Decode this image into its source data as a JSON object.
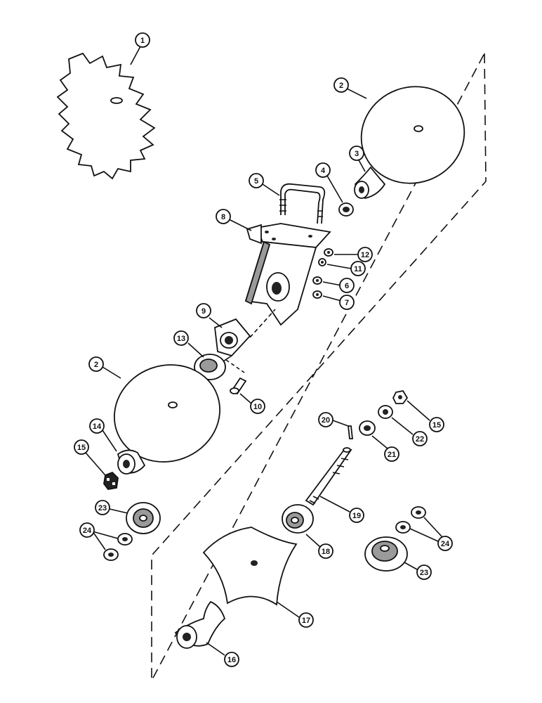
{
  "colors": {
    "line": "#111111",
    "fill_dark": "#222222",
    "fill_light": "#ffffff",
    "shade": "#9a9a9a"
  },
  "callouts": [
    {
      "id": "c1",
      "label": "1"
    },
    {
      "id": "c2a",
      "label": "2"
    },
    {
      "id": "c3",
      "label": "3"
    },
    {
      "id": "c4",
      "label": "4"
    },
    {
      "id": "c5",
      "label": "5"
    },
    {
      "id": "c8",
      "label": "8"
    },
    {
      "id": "c12",
      "label": "12"
    },
    {
      "id": "c11",
      "label": "11"
    },
    {
      "id": "c6",
      "label": "6"
    },
    {
      "id": "c7",
      "label": "7"
    },
    {
      "id": "c9",
      "label": "9"
    },
    {
      "id": "c13",
      "label": "13"
    },
    {
      "id": "c2b",
      "label": "2"
    },
    {
      "id": "c10",
      "label": "10"
    },
    {
      "id": "c14",
      "label": "14"
    },
    {
      "id": "c15a",
      "label": "15"
    },
    {
      "id": "c20",
      "label": "20"
    },
    {
      "id": "c15b",
      "label": "15"
    },
    {
      "id": "c22",
      "label": "22"
    },
    {
      "id": "c21",
      "label": "21"
    },
    {
      "id": "c19",
      "label": "19"
    },
    {
      "id": "c23a",
      "label": "23"
    },
    {
      "id": "c24a",
      "label": "24"
    },
    {
      "id": "c18",
      "label": "18"
    },
    {
      "id": "c24b",
      "label": "24"
    },
    {
      "id": "c23b",
      "label": "23"
    },
    {
      "id": "c17",
      "label": "17"
    },
    {
      "id": "c16",
      "label": "16"
    }
  ]
}
